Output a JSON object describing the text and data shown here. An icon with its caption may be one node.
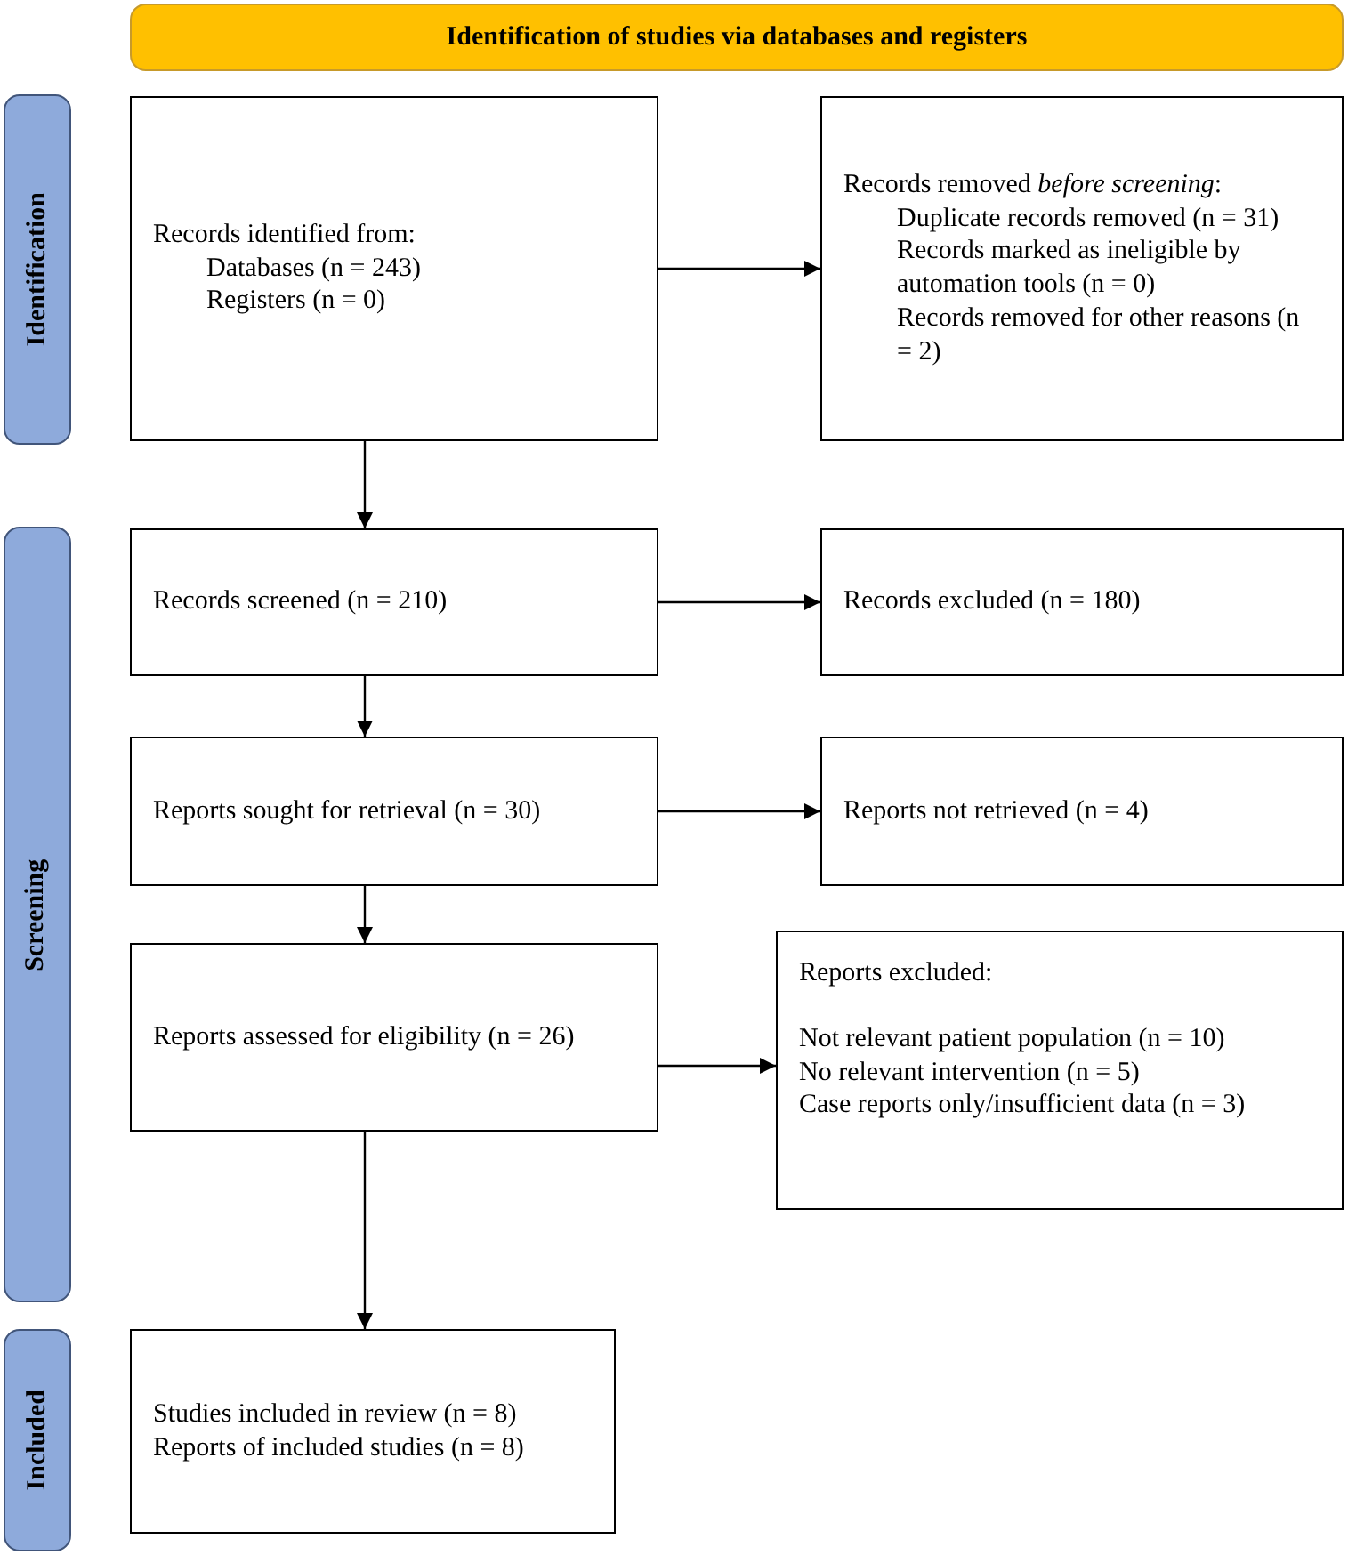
{
  "diagram": {
    "nodes": [
      {
        "text": [
          "Identification of studies via databases and registers"
        ]
      },
      {
        "text": [
          "Identification"
        ]
      },
      {
        "text": [
          "Records identified from:",
          "Databases (n = 243)",
          "Registers (n = 0)"
        ]
      },
      {
        "text": [
          "Records removed *before screening*:",
          "Duplicate records removed (n = 31)",
          "Records marked as ineligible by automation tools (n = 0)",
          "Records removed for other reasons (n = 2)"
        ]
      },
      {
        "text": [
          "Screening"
        ]
      },
      {
        "text": [
          "Records screened (n = 210)"
        ]
      },
      {
        "text": [
          "Records excluded (n = 180)"
        ]
      },
      {
        "text": [
          "Reports sought for retrieval (n = 30)"
        ]
      },
      {
        "text": [
          "Reports not retrieved (n = 4)"
        ]
      },
      {
        "text": [
          "Reports assessed for eligibility (n = 26)"
        ]
      },
      {
        "text": [
          "Reports excluded:",
          "Not relevant patient population (n = 10)",
          "No relevant intervention (n = 5)",
          "Case reports only/insufficient data (n = 3)"
        ]
      },
      {
        "text": [
          "Included"
        ]
      },
      {
        "text": [
          "Studies included in review (n = 8)",
          "Reports of included studies (n = 8)"
        ]
      }
    ],
    "edges": [
      {
        "from": 2,
        "to": 3,
        "arrow": "to"
      },
      {
        "from": 2,
        "to": 5,
        "arrow": "to"
      },
      {
        "from": 5,
        "to": 6,
        "arrow": "to"
      },
      {
        "from": 5,
        "to": 7,
        "arrow": "to"
      },
      {
        "from": 7,
        "to": 8,
        "arrow": "to"
      },
      {
        "from": 7,
        "to": 9,
        "arrow": "to"
      },
      {
        "from": 9,
        "to": 10,
        "arrow": "to"
      },
      {
        "from": 9,
        "to": 12,
        "arrow": "to"
      }
    ]
  }
}
